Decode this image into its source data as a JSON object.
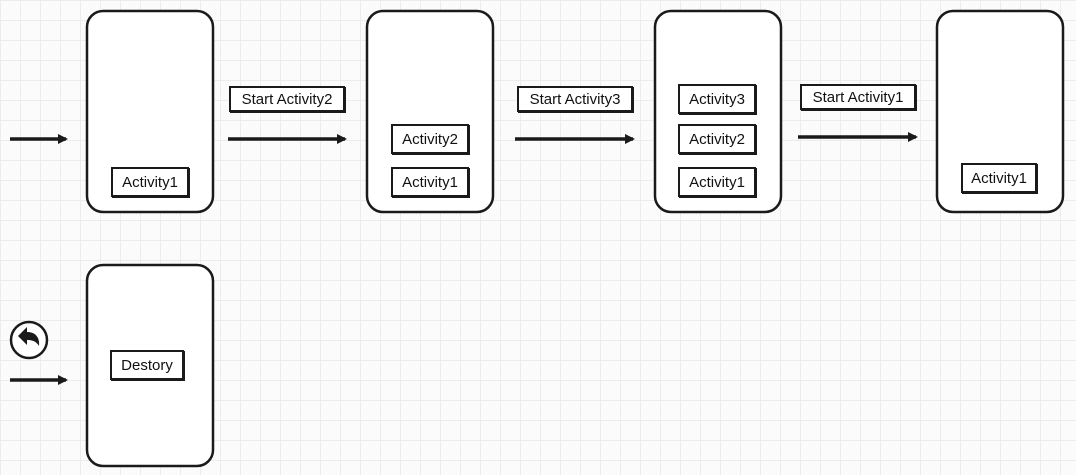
{
  "colors": {
    "stroke": "#1a1a1a",
    "label_bg": "#ffffff",
    "grid": "#ececec"
  },
  "transitions": [
    {
      "label": "Start Activity2"
    },
    {
      "label": "Start Activity3"
    },
    {
      "label": "Start Activity1"
    }
  ],
  "stacks": [
    {
      "items": [
        "Activity1"
      ]
    },
    {
      "items": [
        "Activity2",
        "Activity1"
      ]
    },
    {
      "items": [
        "Activity3",
        "Activity2",
        "Activity1"
      ]
    },
    {
      "items": [
        "Activity1"
      ]
    },
    {
      "items": [
        "Destory"
      ]
    }
  ],
  "icons": {
    "back": "back-arrow-icon"
  }
}
